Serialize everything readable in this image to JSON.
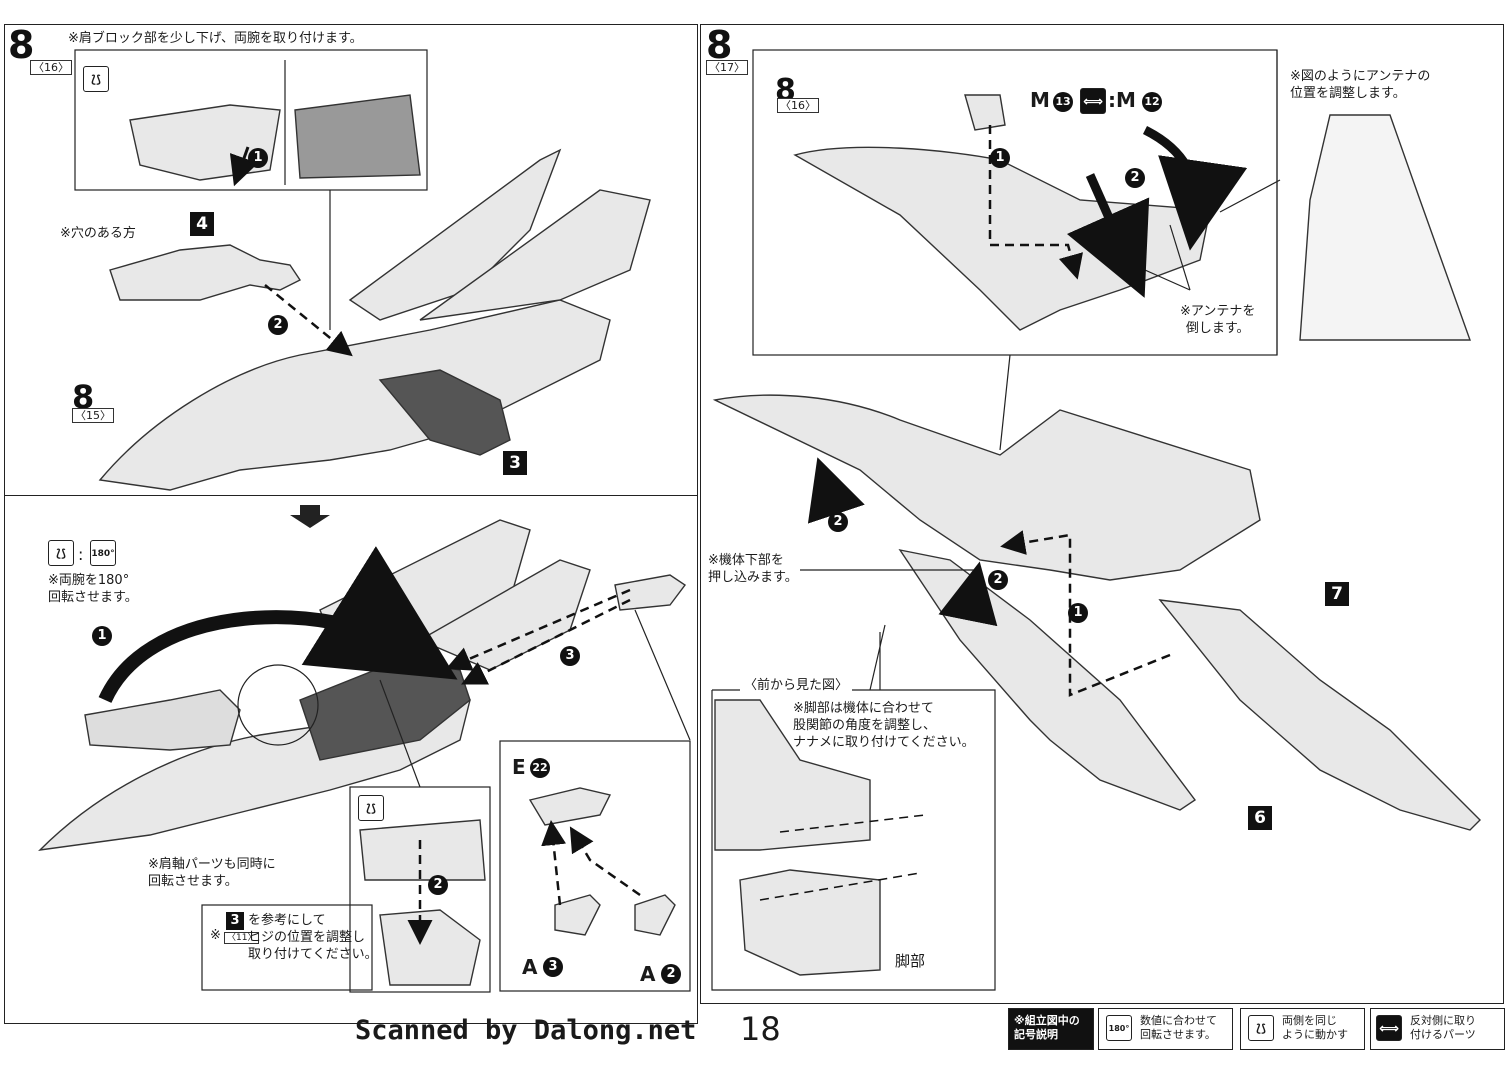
{
  "left": {
    "top_step": {
      "num": "8",
      "ref": "〈16〉",
      "note": "※肩ブロック部を少し下げ、両腕を取り付けます。",
      "hole_note": "※穴のある方",
      "part_a": "4",
      "part_b": "3",
      "body_num": "8",
      "body_ref": "〈15〉",
      "arrow1": "1",
      "arrow2": "2"
    },
    "bottom_step": {
      "angle_sym": "180°",
      "rotate_note": "※両腕を180°\n回転させます。",
      "arrow1": "1",
      "arrow3": "3",
      "shoulder_note": "※肩軸パーツも同時に\n回転させます。",
      "sub_arrow2": "2",
      "ref_badge": "3",
      "ref_sub": "〈11〉",
      "adjust_note": "を参考にして\nヒジの位置を調整し\n取り付けてください。",
      "parts": {
        "e": "E",
        "e_num": "22",
        "a1": "A",
        "a1_num": "3",
        "a2": "A",
        "a2_num": "2"
      }
    }
  },
  "right": {
    "num": "8",
    "ref": "〈17〉",
    "inset": {
      "num": "8",
      "ref": "〈16〉",
      "part_m13": "M",
      "m13_num": "13",
      "part_m12": ":M",
      "m12_num": "12",
      "antenna_note": "※アンテナを\n倒します。",
      "adjust_note": "※図のようにアンテナの\n位置を調整します。",
      "arrow1": "1",
      "arrow2": "2"
    },
    "push_note": "※機体下部を\n押し込みます。",
    "arrow2a": "2",
    "arrow2b": "2",
    "arrow1": "1",
    "part7": "7",
    "part6": "6",
    "front_view": {
      "title": "〈前から見た図〉",
      "note": "※脚部は機体に合わせて\n股関節の角度を調整し、\nナナメに取り付けてください。",
      "leg_label": "脚部"
    }
  },
  "footer": {
    "scanned": "Scanned by Dalong.net",
    "page": "18",
    "legend_title": "※組立図中の\n記号説明",
    "legend1": "数値に合わせて\n回転させます。",
    "legend1_sym": "180°",
    "legend2": "両側を同じ\nように動かす",
    "legend3": "反対側に取り\n付けるパーツ"
  }
}
